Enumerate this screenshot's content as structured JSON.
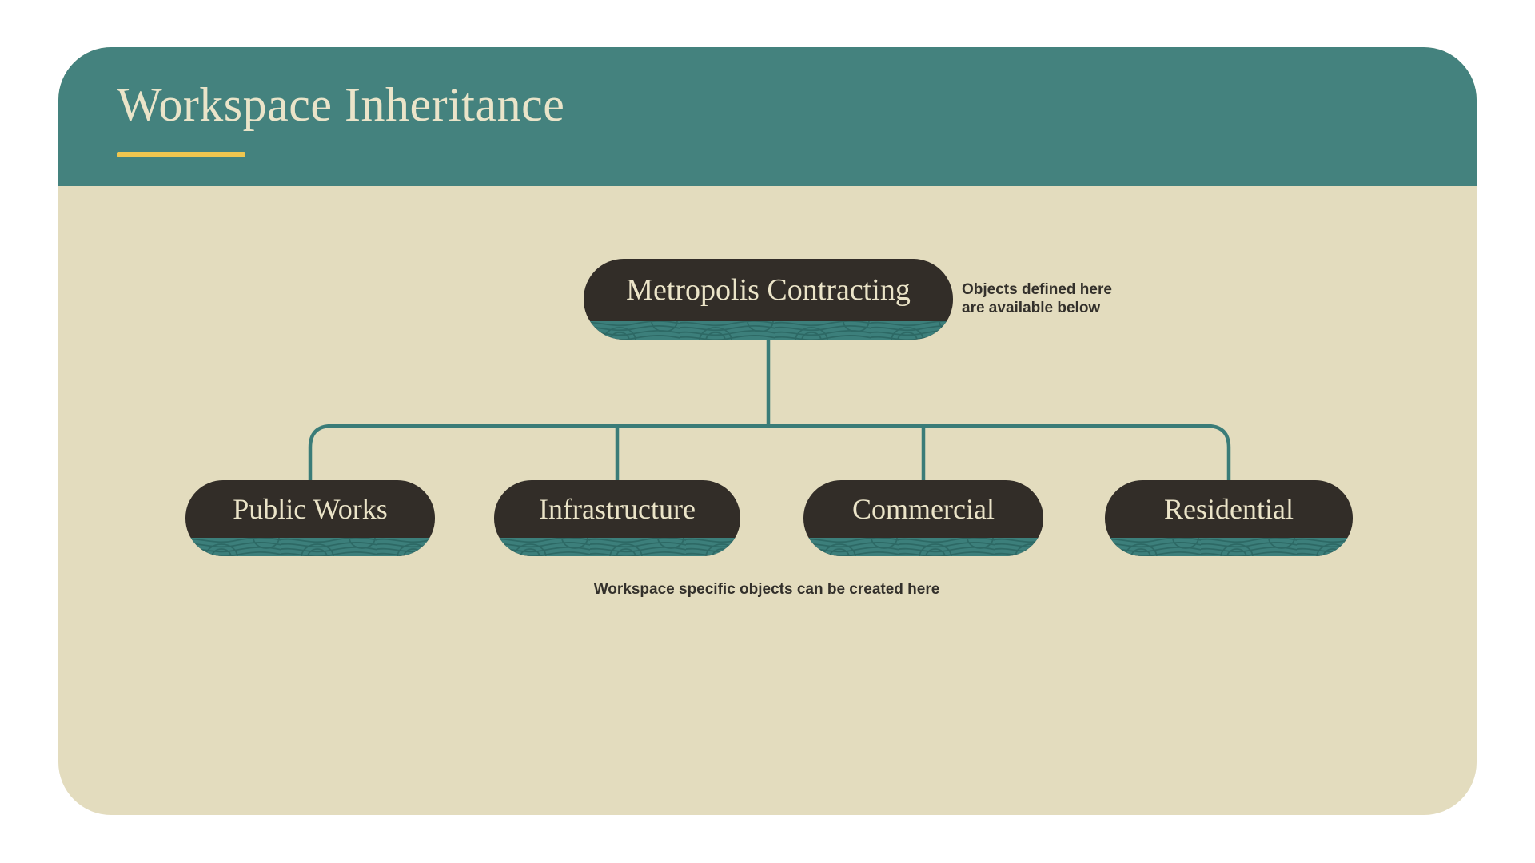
{
  "header": {
    "title": "Workspace Inheritance"
  },
  "tree": {
    "root": {
      "label": "Metropolis Contracting"
    },
    "root_note": {
      "line1": "Objects defined here",
      "line2": "are available below"
    },
    "children": [
      {
        "label": "Public Works"
      },
      {
        "label": "Infrastructure"
      },
      {
        "label": "Commercial"
      },
      {
        "label": "Residential"
      }
    ],
    "children_note": "Workspace specific objects can be created here"
  },
  "colors": {
    "page_background": "#FFFFFF",
    "card_background": "#E3DCBE",
    "header_background": "#44827E",
    "title_text": "#EAE4C9",
    "accent_underline": "#F0C64F",
    "node_fill": "#322D28",
    "node_text": "#EBE4C8",
    "connector_line": "#3A7C78",
    "grain_base": "#3C7F7B",
    "grain_stroke": "#2D6965",
    "annotation_text": "#33302B"
  }
}
